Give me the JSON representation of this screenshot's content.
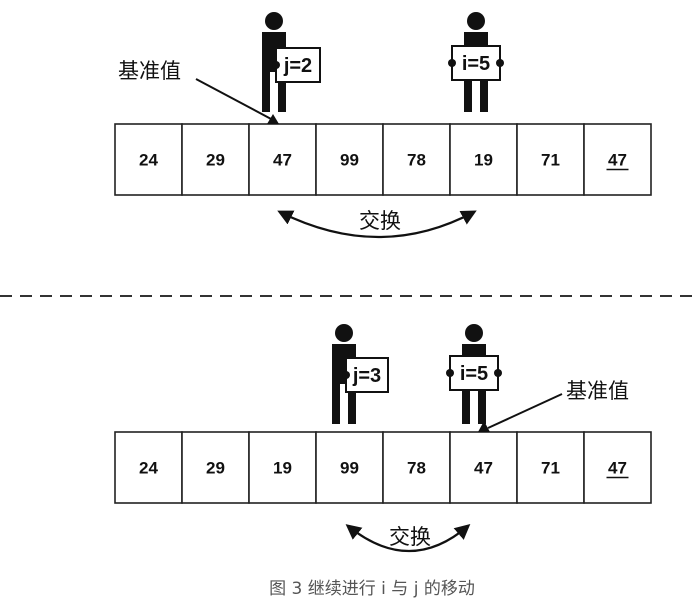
{
  "top_panel": {
    "cells": [
      "24",
      "29",
      "47",
      "99",
      "78",
      "19",
      "71",
      "47"
    ],
    "underlined_cell_index": 7,
    "pivot_label": "基准值",
    "swap_label": "交换",
    "sign_j": "j=2",
    "sign_i": "i=5"
  },
  "bottom_panel": {
    "cells": [
      "24",
      "29",
      "19",
      "99",
      "78",
      "47",
      "71",
      "47"
    ],
    "underlined_cell_index": 7,
    "pivot_label": "基准值",
    "swap_label": "交换",
    "sign_j": "j=3",
    "sign_i": "i=5"
  },
  "caption": "图 3 继续进行 i 与 j 的移动",
  "colors": {
    "ink": "#111111",
    "caption": "#555555",
    "background": "#ffffff"
  },
  "icons": [
    "person-holding-sign-icon",
    "curved-double-arrow-icon",
    "pointer-line-icon"
  ]
}
